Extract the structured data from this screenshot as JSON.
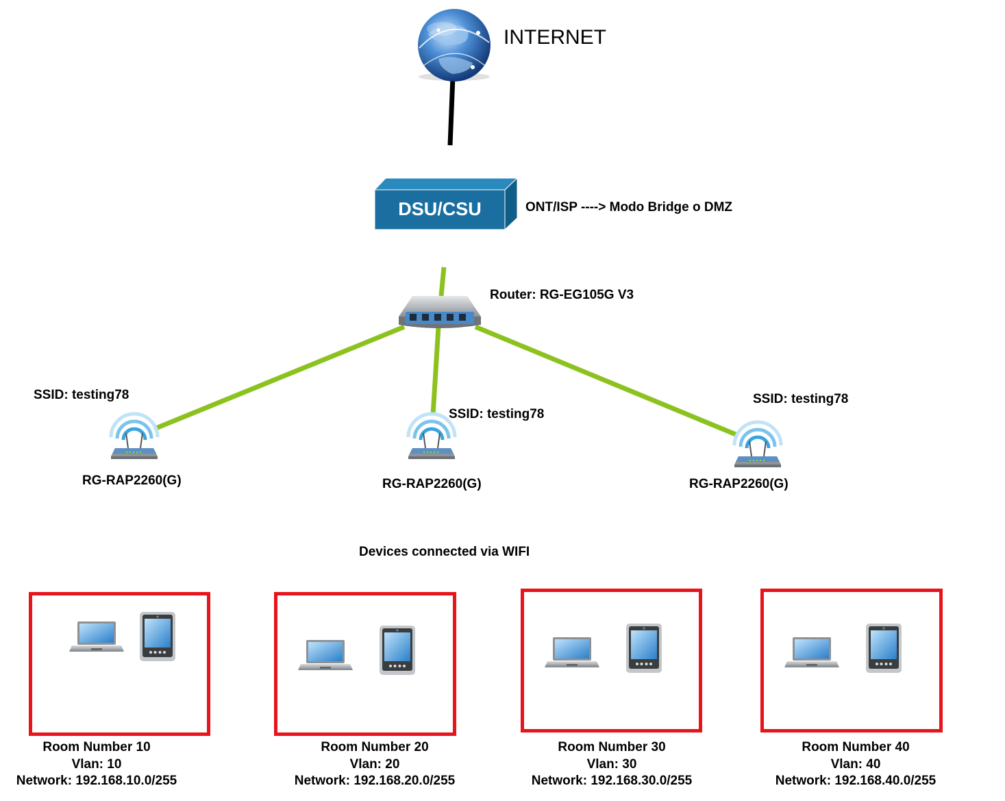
{
  "internet": {
    "label": "INTERNET"
  },
  "modem": {
    "device_text": "DSU/CSU",
    "label": "ONT/ISP ----> Modo Bridge o DMZ"
  },
  "router": {
    "label": "Router: RG-EG105G V3"
  },
  "access_points": [
    {
      "ssid": "SSID: testing78",
      "model": "RG-RAP2260(G)"
    },
    {
      "ssid": "SSID: testing78",
      "model": "RG-RAP2260(G)"
    },
    {
      "ssid": "SSID: testing78",
      "model": "RG-RAP2260(G)"
    }
  ],
  "devices_heading": "Devices connected via WIFI",
  "rooms": [
    {
      "name": "Room Number 10",
      "vlan": "Vlan: 10",
      "network": "Network: 192.168.10.0/255"
    },
    {
      "name": "Room Number 20",
      "vlan": "Vlan: 20",
      "network": "Network: 192.168.20.0/255"
    },
    {
      "name": "Room Number 30",
      "vlan": "Vlan: 30",
      "network": "Network: 192.168.30.0/255"
    },
    {
      "name": "Room Number 40",
      "vlan": "Vlan: 40",
      "network": "Network: 192.168.40.0/255"
    }
  ],
  "colors": {
    "link": "#8cc21f",
    "wan_link": "#000000",
    "room_border": "#e8141b",
    "modem_face": "#1a6fa0"
  },
  "icons": {
    "internet": "globe-icon",
    "modem": "dsu-csu-icon",
    "router": "router-switch-icon",
    "access_point": "wireless-ap-icon",
    "laptop": "laptop-icon",
    "tablet": "tablet-icon"
  }
}
